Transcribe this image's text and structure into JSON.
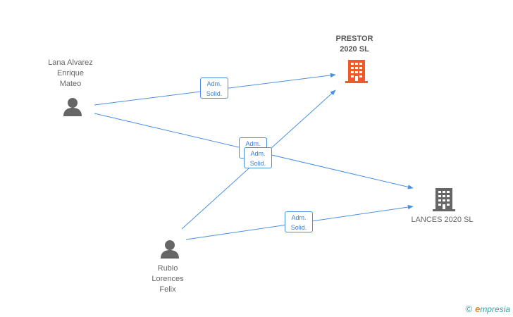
{
  "nodes": {
    "lana": {
      "lines": [
        "Lana Alvarez",
        "Enrique",
        "Mateo"
      ]
    },
    "rubio": {
      "lines": [
        "Rubio",
        "Lorences",
        "Felix"
      ]
    },
    "prestor": {
      "lines": [
        "PRESTOR",
        "2020 SL"
      ]
    },
    "lances": {
      "lines": [
        "LANCES 2020 SL"
      ]
    }
  },
  "edge_label": {
    "line1": "Adm.",
    "line2": "Solid."
  },
  "colors": {
    "edge": "#4a90e2",
    "person_icon": "#666666",
    "company_main_icon": "#f05a28",
    "company_icon": "#666666"
  },
  "brand": {
    "copyright": "©",
    "e": "e",
    "rest": "mpresia"
  }
}
